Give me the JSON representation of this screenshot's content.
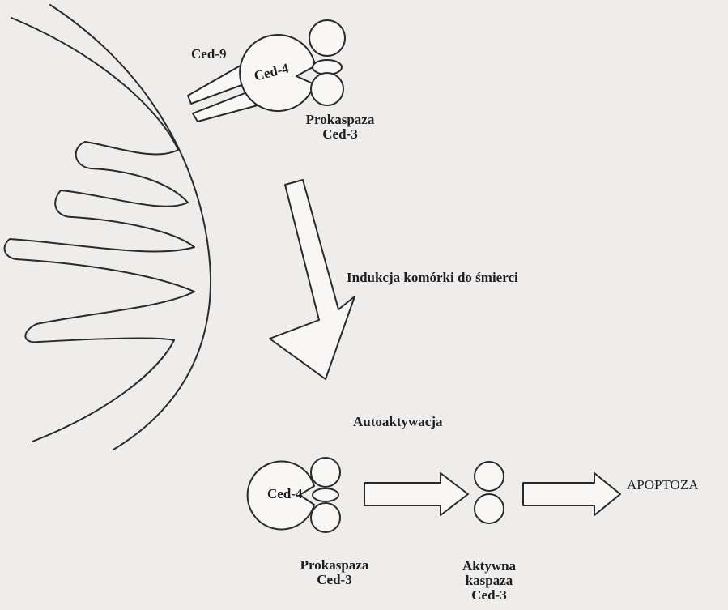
{
  "labels": {
    "ced9_top": "Ced-9",
    "ced4_top": "Ced-4",
    "prokaspaza_top": "Prokaspaza",
    "ced3_top": "Ced-3",
    "induction": "Indukcja komórki do śmierci",
    "autoactivation": "Autoaktywacja",
    "ced4_bottom": "Ced-4",
    "prokaspaza_bottom": "Prokaspaza",
    "ced3_bottom": "Ced-3",
    "aktywna": "Aktywna",
    "kaspaza": "kaspaza",
    "ced3_active": "Ced-3",
    "apoptoza": "APOPTOZA"
  },
  "colors": {
    "background": "#eeedec",
    "line": "#2a2a2a",
    "shape_fill": "#f8f7f5"
  }
}
